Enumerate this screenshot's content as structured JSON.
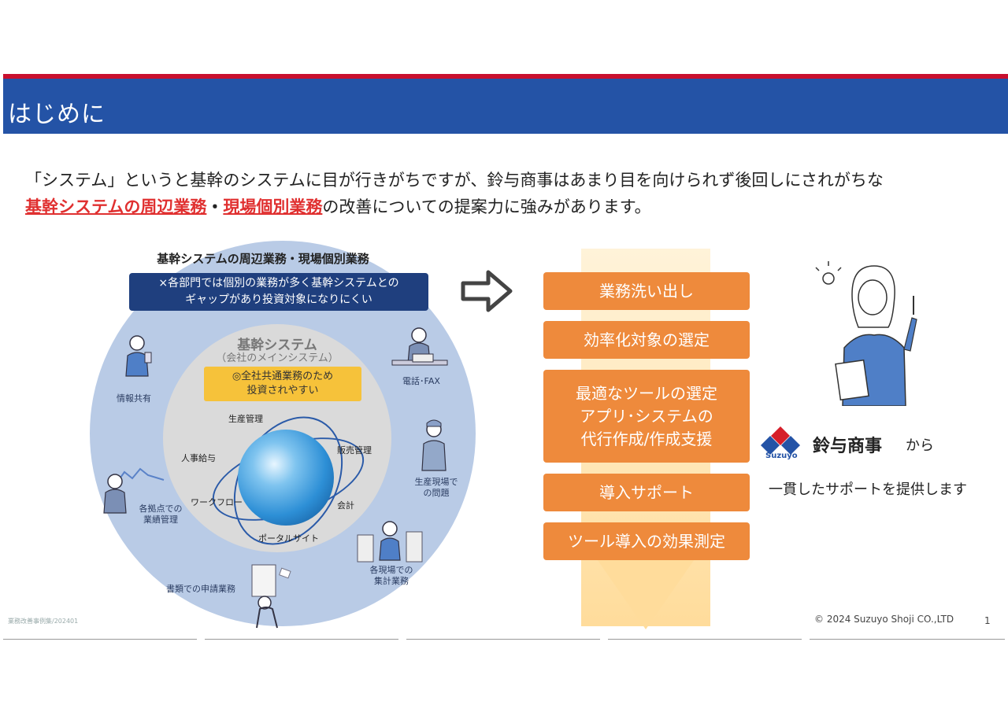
{
  "header": {
    "title": "はじめに"
  },
  "intro": {
    "line1": "「システム」というと基幹のシステムに目が行きがちですが、鈴与商事はあまり目を向けられず後回しにされがちな",
    "highlight1": "基幹システムの周辺業務",
    "separator": "・",
    "highlight2": "現場個別業務",
    "line2_rest": "の改善についての提案力に強みがあります。"
  },
  "circle": {
    "heading": "基幹システムの周辺業務・現場個別業務",
    "warning_line1": "×各部門では個別の業務が多く基幹システムとの",
    "warning_line2": "ギャップがあり投資対象になりにくい",
    "core_title": "基幹システム",
    "core_sub": "（会社のメインシステム）",
    "core_box_line1": "◎全社共通業務のため",
    "core_box_line2": "投資されやすい",
    "core_labels": [
      "生産管理",
      "販売管理",
      "人事給与",
      "会計",
      "ワークフロー",
      "ポータルサイト"
    ],
    "outer_labels": {
      "info_share": "情報共有",
      "phone_fax": "電話･FAX",
      "factory_line1": "生産現場で",
      "factory_line2": "の問題",
      "sites_line1": "各現場での",
      "sites_line2": "集計業務",
      "docs": "書類での申請業務",
      "branches_line1": "各拠点での",
      "branches_line2": "業績管理"
    }
  },
  "steps": [
    "業務洗い出し",
    "効率化対象の選定",
    "最適なツールの選定",
    "アプリ･システムの",
    "代行作成/作成支援",
    "導入サポート",
    "ツール導入の効果測定"
  ],
  "brand": {
    "logo_text": "Suzuyo",
    "name": "鈴与商事",
    "suffix": "から",
    "tagline": "一貫したサポートを提供します"
  },
  "footer": {
    "left": "業務改善事例集/202401",
    "copyright": "© 2024 Suzuyo Shoji CO.,LTD",
    "page": "1"
  },
  "colors": {
    "header_blue": "#2453a6",
    "header_red": "#c8102e",
    "step_orange": "#ee8a3c",
    "highlight_red": "#e03030"
  }
}
